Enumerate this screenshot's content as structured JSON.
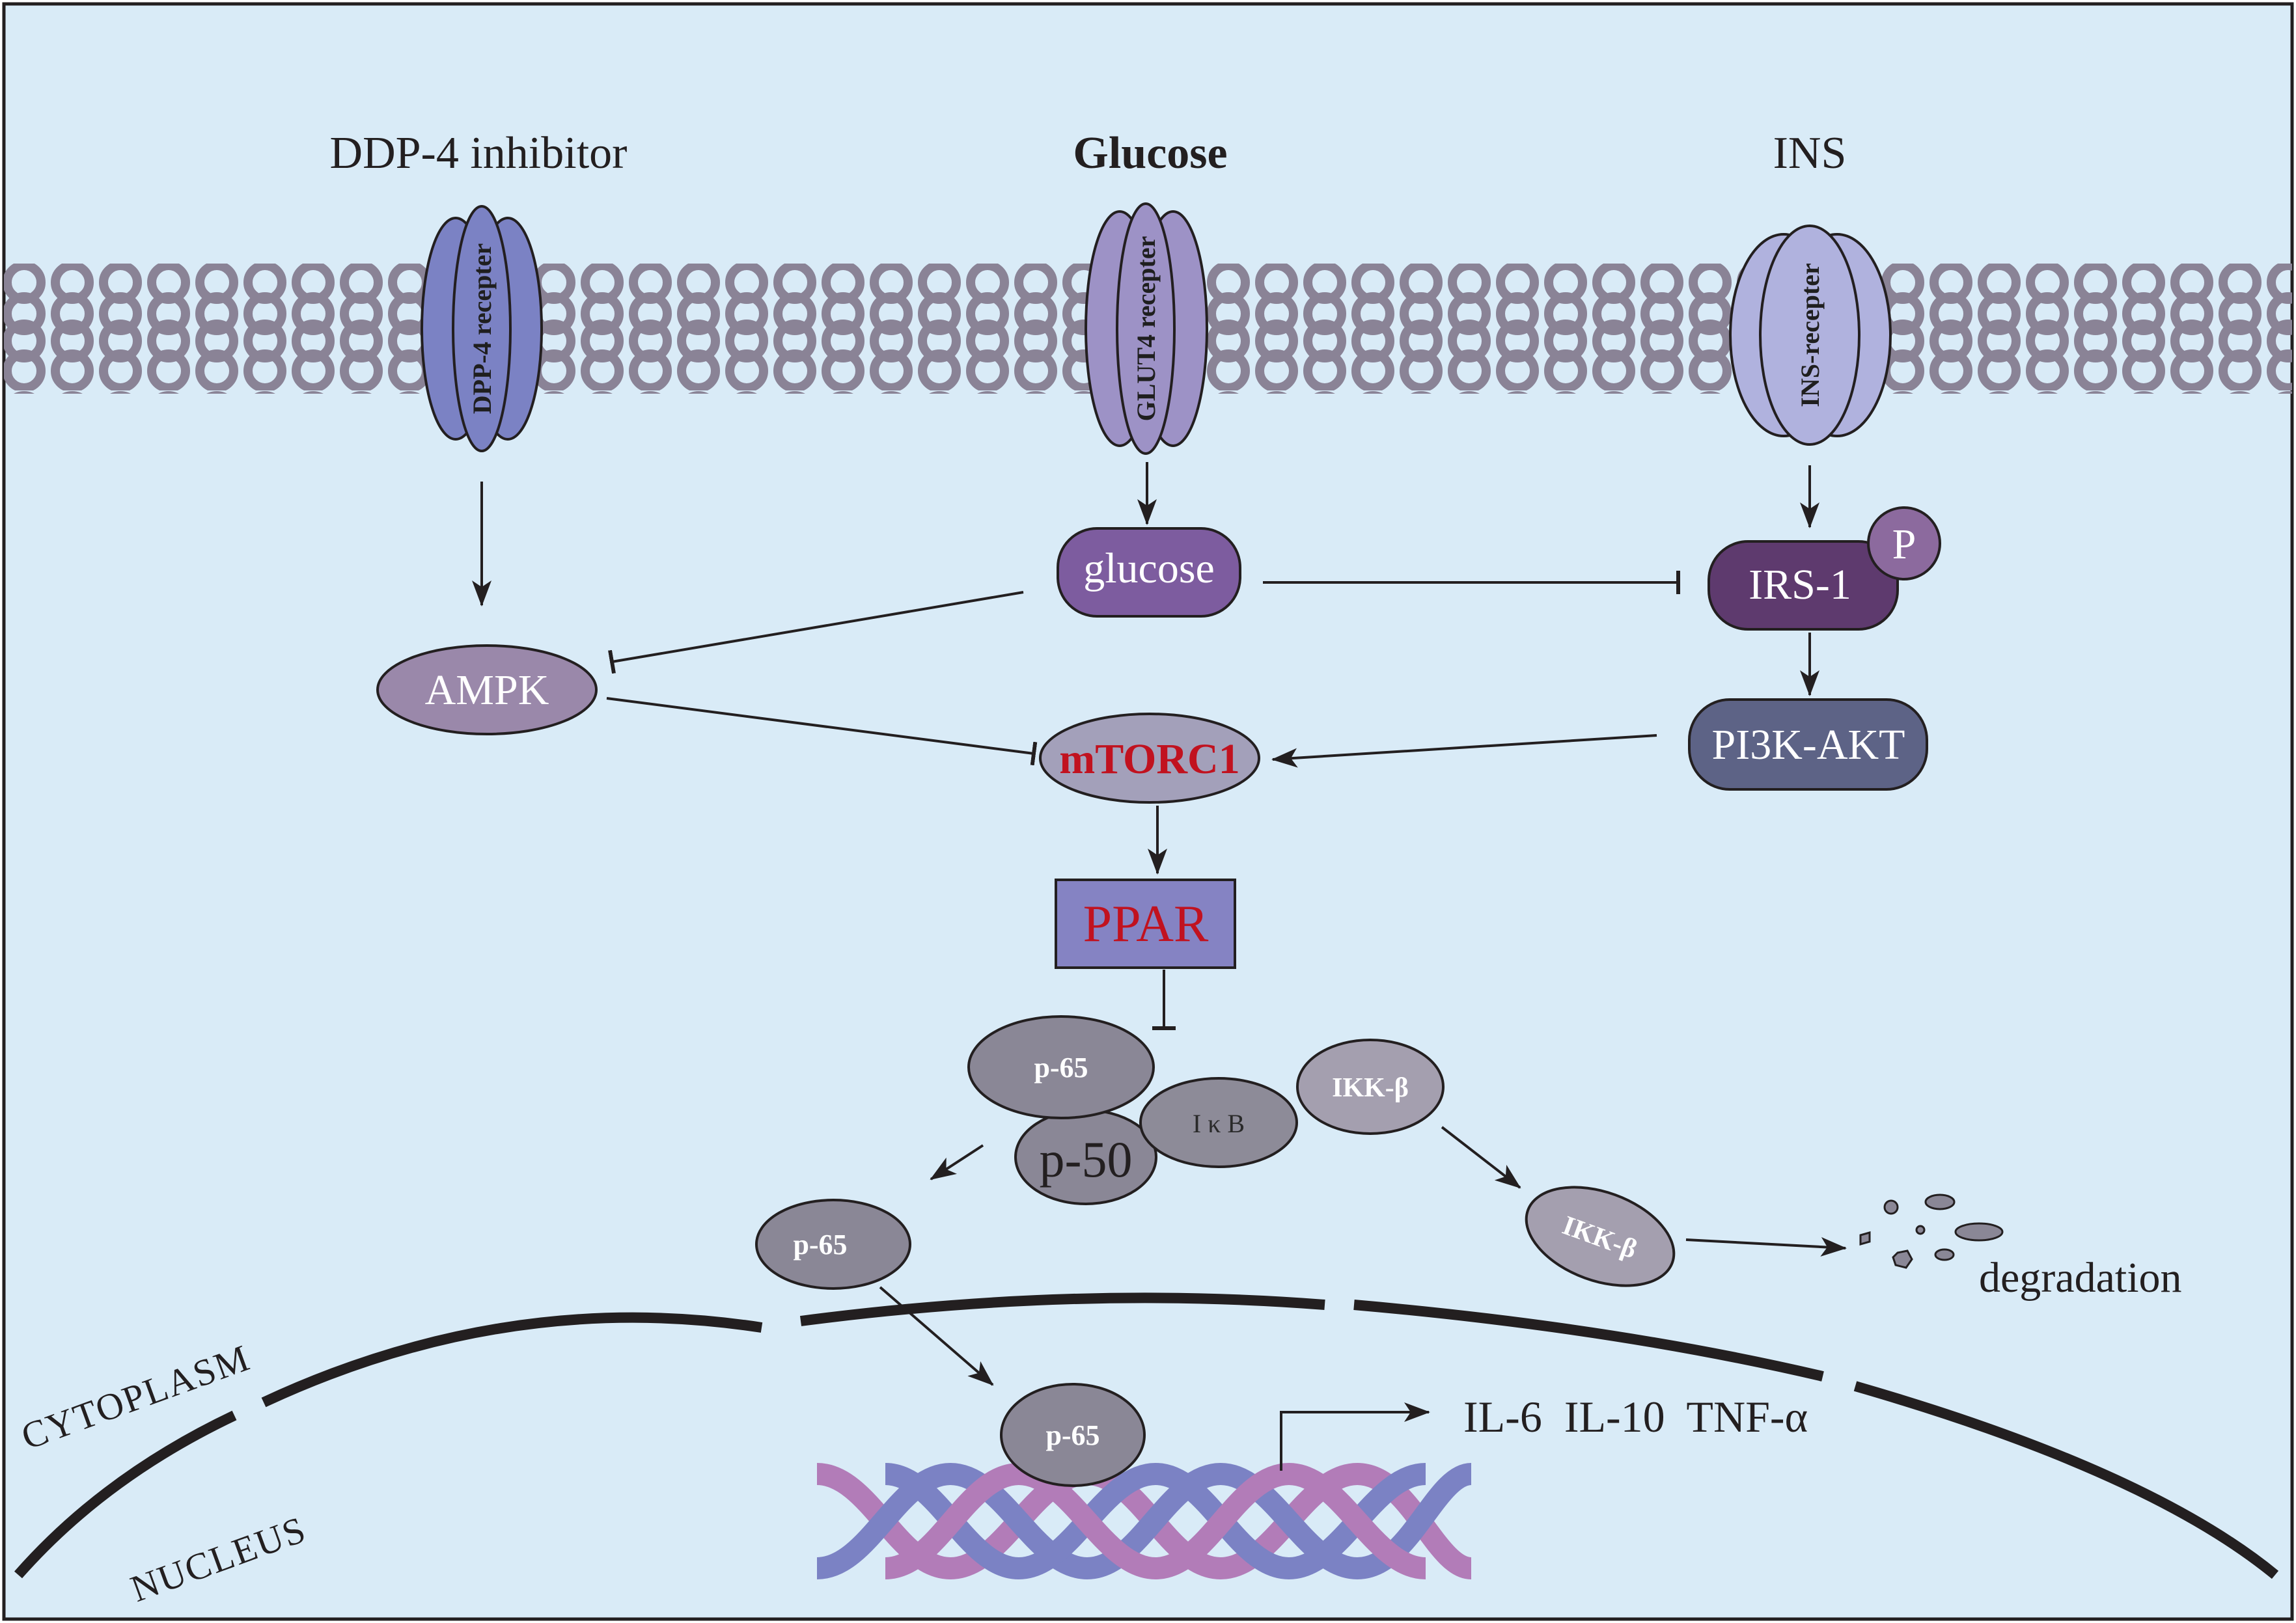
{
  "labels": {
    "ddp4_inhibitor": "DDP-4 inhibitor",
    "glucose_top": "Glucose",
    "ins_top": "INS",
    "dpp4_receptor": "DPP-4 recepter",
    "glut4_receptor": "GLUT4 recepter",
    "ins_receptor": "INS-recepter",
    "glucose_node": "glucose",
    "irs1": "IRS-1",
    "p_badge": "P",
    "ampk": "AMPK",
    "mtorc1": "mTORC1",
    "pi3k_akt": "PI3K-AKT",
    "ppar": "PPAR",
    "p65_complex": "p-65",
    "ikb": "I κ B",
    "ikk_beta": "IKK-β",
    "p50": "p-50",
    "p65_free": "p-65",
    "ikk_beta_free": "IKK-β",
    "degradation": "degradation",
    "cytoplasm": "CYTOPLASM",
    "nucleus": "NUCLEUS",
    "p65_nuclear": "p-65",
    "cytokines": "IL-6  IL-10  TNF-α"
  },
  "colors": {
    "background": "#d9ebf7",
    "membrane": "#8a8396",
    "dpp4": "#7b82c4",
    "glut4": "#9d92c6",
    "ins_receptor": "#b0b2de",
    "glucose_node": "#7d5c9f",
    "irs1": "#5e3a6e",
    "p_badge": "#8c6a9e",
    "ampk": "#9a88aa",
    "mtorc1": "#a3a0ba",
    "pi3k_akt": "#5d6386",
    "ppar": "#8583c3",
    "red_text": "#c1121f",
    "p65": "#8a8796",
    "ikb": "#8d8b98",
    "ikk": "#a49faf",
    "dna_blue": "#7b82c4",
    "dna_pink": "#b27cb8"
  }
}
